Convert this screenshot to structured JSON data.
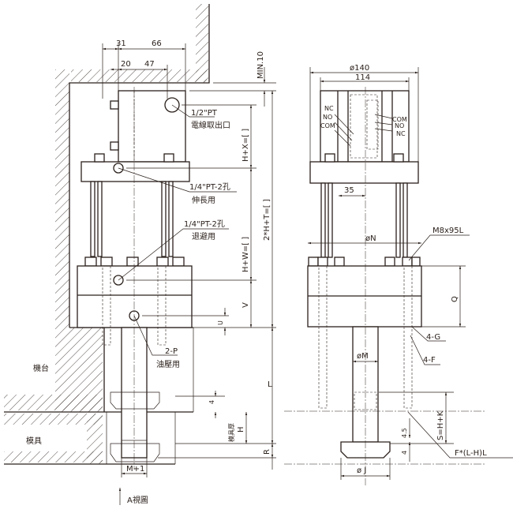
{
  "side_view": {
    "dim_31": "31",
    "dim_66": "66",
    "dim_20": "20",
    "dim_47": "47",
    "min_clearance": "MIN.10",
    "port_electric_size": "1/2\"PT",
    "port_electric_label": "電線取出口",
    "port_extend_size": "1/4\"PT-2孔",
    "port_extend_label": "伸長用",
    "port_retract_size": "1/4\"PT-2孔",
    "port_retract_label": "退避用",
    "dim_hx": "H+X=[  ]",
    "dim_hw": "H+W=[  ]",
    "dim_2ht": "2*H+T=[  ]",
    "dim_v": "V",
    "dim_u": "U",
    "port_hydraulic_size": "2-P",
    "port_hydraulic_label": "油壓用",
    "machine_table_label": "機台",
    "mold_label": "模具",
    "dim_l": "L",
    "dim_4": "4",
    "mold_thickness_label": "模具厚",
    "dim_h": "H",
    "dim_r": "R",
    "dim_m1": "M+1",
    "view_a_label": "A視圖"
  },
  "front_view": {
    "dim_140": "ø140",
    "dim_114": "114",
    "switch_left": [
      "NC",
      "NO",
      "COM"
    ],
    "switch_right": [
      "COM",
      "NO",
      "NC"
    ],
    "dim_35": "35",
    "dim_n": "øN",
    "bolt_spec": "M8x95L",
    "dim_q": "Q",
    "callout_g": "4-G",
    "callout_f": "4-F",
    "dim_m": "øM",
    "dim_s": "S=H+K",
    "dim_45": "4.5",
    "dim_4": "4",
    "callout_fl": "F*(L-H)L",
    "dim_j": "ø J"
  }
}
